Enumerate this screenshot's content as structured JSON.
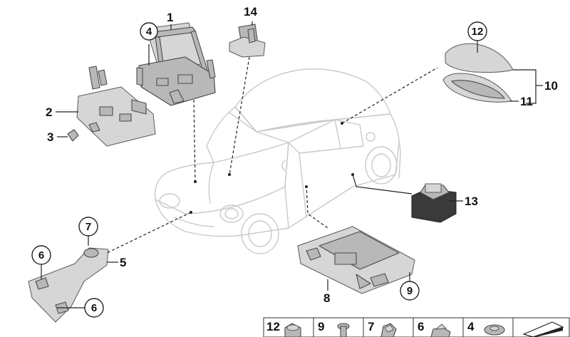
{
  "callouts": {
    "c1": "1",
    "c2": "2",
    "c3": "3",
    "c4": "4",
    "c5": "5",
    "c6a": "6",
    "c6b": "6",
    "c7": "7",
    "c8": "8",
    "c9": "9",
    "c10": "10",
    "c11": "11",
    "c12": "12",
    "c13": "13",
    "c14": "14"
  },
  "legend": {
    "cells": [
      "12",
      "9",
      "7",
      "6",
      "4"
    ]
  }
}
